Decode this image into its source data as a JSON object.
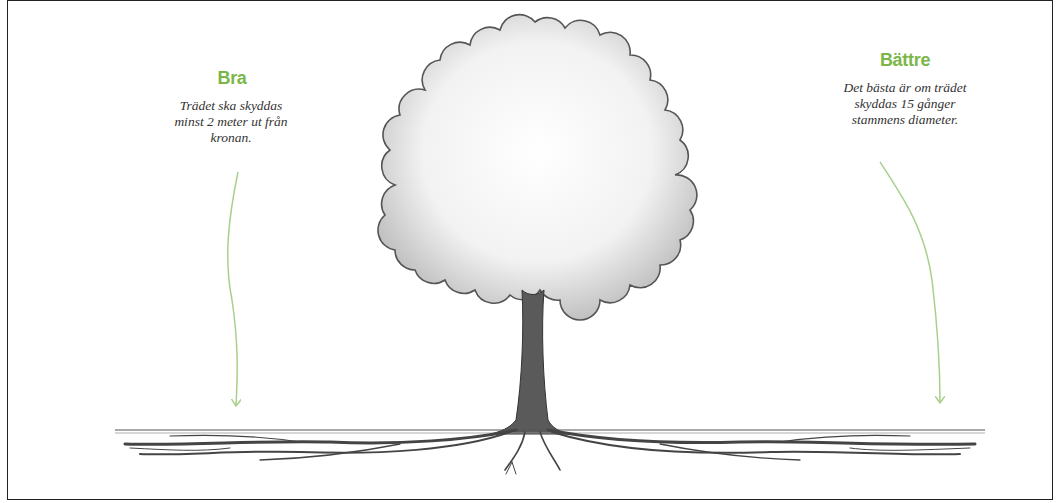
{
  "diagram": {
    "labels": [
      "Bra",
      "Trädet ska skyddas minst 2 meter ut från kronan.",
      "Bättre",
      "Det bästa är om trädet skyddas 15 gånger stammens diameter."
    ]
  }
}
